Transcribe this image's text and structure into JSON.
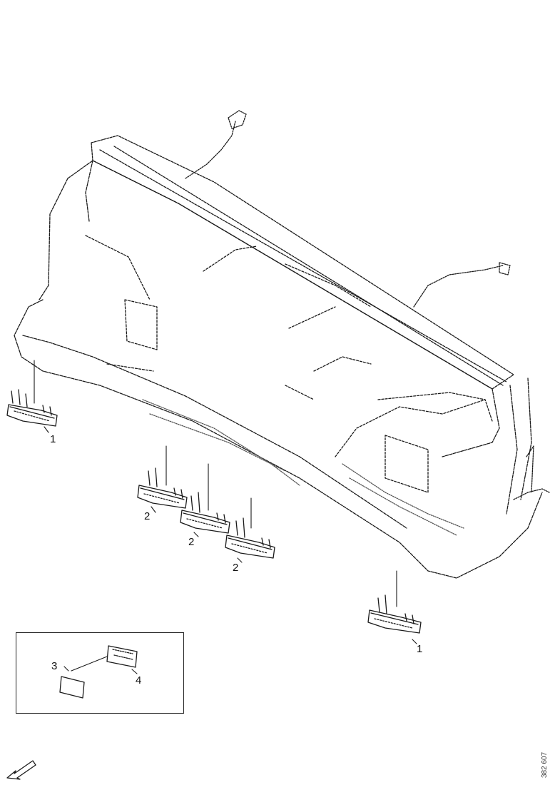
{
  "callouts": {
    "c1_left": "1",
    "c2_a": "2",
    "c2_b": "2",
    "c2_c": "2",
    "c1_right": "1",
    "c3": "3",
    "c4": "4"
  },
  "doc_number": "382 607",
  "colors": {
    "line": "#1a1a1a",
    "stipple": "#555555",
    "paper": "#ffffff"
  }
}
